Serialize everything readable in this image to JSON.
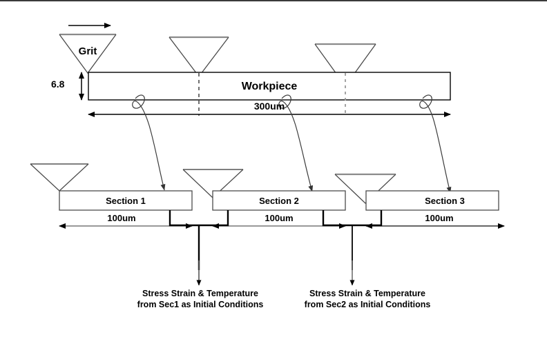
{
  "diagram": {
    "title_elements": {
      "grit_label": "Grit",
      "workpiece_label": "Workpiece",
      "thickness_label": "6.8",
      "workpiece_length_label": "300um"
    },
    "motion_arrow": {
      "name": "grit-travel-direction",
      "direction": "right"
    },
    "top_assembly": {
      "bar_label": "Workpiece",
      "bar_thickness": "6.8",
      "bar_length": "300um",
      "grits": [
        {
          "label": "Grit",
          "has_label": true
        },
        {
          "label": "",
          "has_label": false
        },
        {
          "label": "",
          "has_label": false
        }
      ]
    },
    "sections": [
      {
        "name": "Section 1",
        "length": "100um"
      },
      {
        "name": "Section 2",
        "length": "100um"
      },
      {
        "name": "Section 3",
        "length": "100um"
      }
    ],
    "notes": [
      {
        "line1": "Stress Strain & Temperature",
        "line2": "from Sec1 as Initial Conditions"
      },
      {
        "line1": "Stress Strain & Temperature",
        "line2": "from Sec2 as Initial Conditions"
      }
    ],
    "colors": {
      "stroke": "#000000",
      "grey_stroke": "#808080",
      "background": "#ffffff"
    }
  }
}
